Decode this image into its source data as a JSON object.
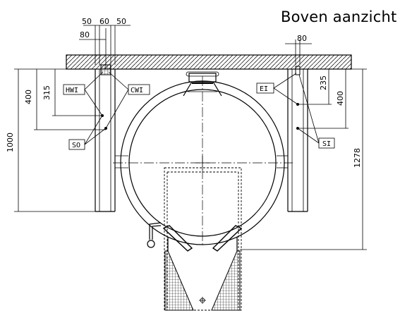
{
  "title": "Boven aanzicht",
  "dimensions": {
    "top_50_left": "50",
    "top_60": "60",
    "top_50_right": "50",
    "top_80_left": "80",
    "top_80_right": "80",
    "left_400": "400",
    "left_315": "315",
    "left_1000": "1000",
    "right_235": "235",
    "right_400": "400",
    "right_1278": "1278"
  },
  "labels": {
    "hwi": "HWI",
    "cwi": "CWI",
    "so": "SO",
    "ei": "EI",
    "si": "SI"
  }
}
